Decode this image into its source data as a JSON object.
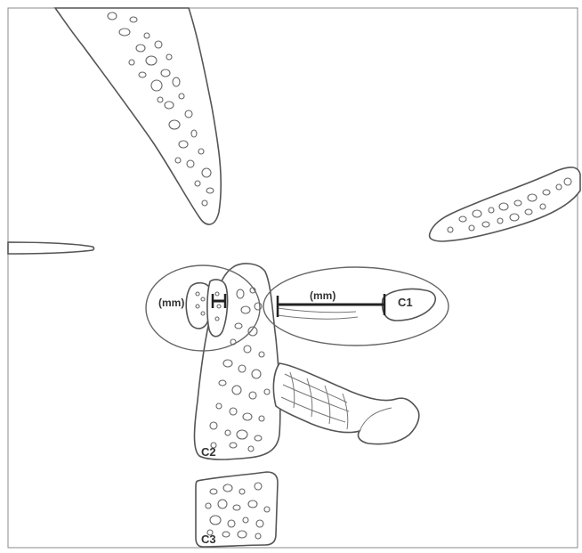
{
  "labels": {
    "c1": "C1",
    "c2": "C2",
    "c3": "C3",
    "mm_left": "(mm)",
    "mm_right": "(mm)"
  },
  "colors": {
    "stroke": "#555555",
    "measure_line": "#222222",
    "background": "#ffffff",
    "border": "#888888"
  }
}
